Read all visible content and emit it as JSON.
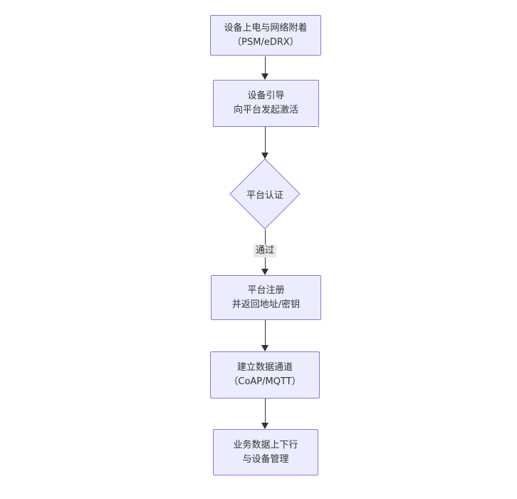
{
  "diagram": {
    "type": "flowchart-vertical",
    "nodes": {
      "power_attach": {
        "line1": "设备上电与网络附着",
        "line2": "（PSM/eDRX）"
      },
      "bootstrap": {
        "line1": "设备引导",
        "line2": "向平台发起激活"
      },
      "auth": {
        "label": "平台认证"
      },
      "register": {
        "line1": "平台注册",
        "line2": "并返回地址/密钥"
      },
      "channel": {
        "line1": "建立数据通道",
        "line2": "（CoAP/MQTT）"
      },
      "business": {
        "line1": "业务数据上下行",
        "line2": "与设备管理"
      }
    },
    "edges": {
      "pass_label": "通过"
    },
    "colors": {
      "node_fill": "#ECECFF",
      "node_border": "#9370DB",
      "text": "#333333",
      "edge": "#333333",
      "edge_label_bg": "#e8e8e8"
    }
  }
}
